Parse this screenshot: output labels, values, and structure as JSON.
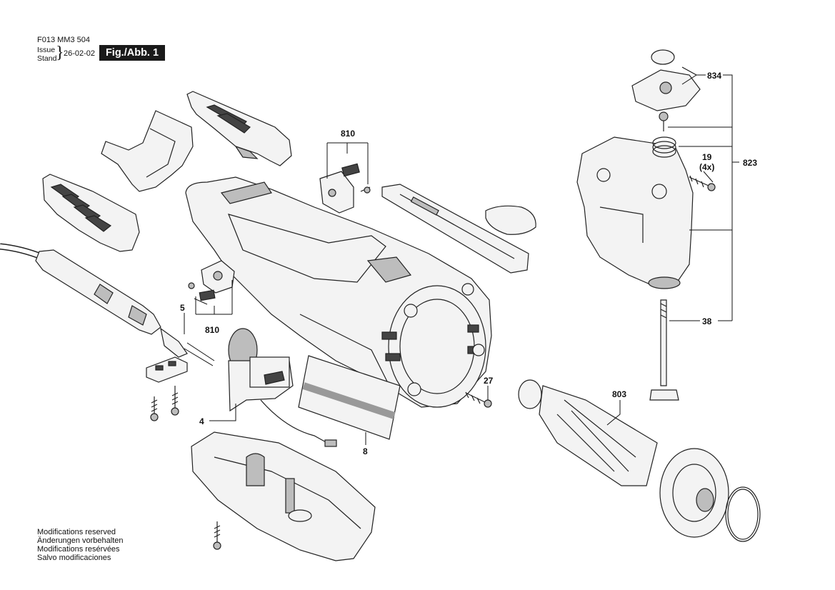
{
  "header": {
    "doc_number": "F013 MM3 504",
    "issue_label": "Issue",
    "stand_label": "Stand",
    "date": "26-02-02",
    "figure": "Fig./Abb. 1"
  },
  "labels": {
    "p834": "834",
    "p823": "823",
    "p19": "19",
    "p19_qty": "(4x)",
    "p38": "38",
    "p810_top": "810",
    "p810_left": "810",
    "p5": "5",
    "p27": "27",
    "p803": "803",
    "p4": "4",
    "p8": "8"
  },
  "notes": [
    "Modifications reserved",
    "Änderungen vorbehalten",
    "Modifications resérvées",
    "Salvo modificaciones"
  ]
}
